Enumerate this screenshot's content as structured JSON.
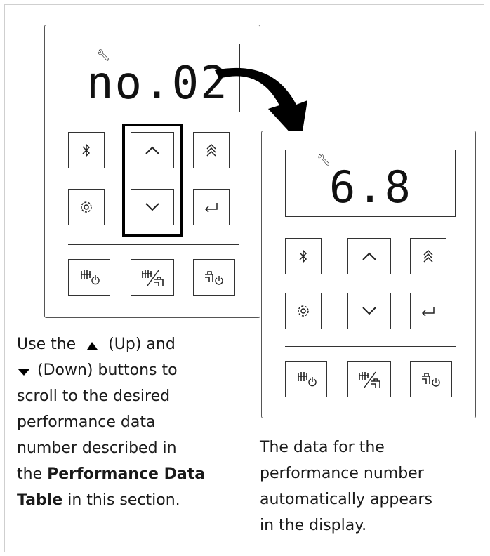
{
  "left_panel": {
    "display_text": "no.02",
    "wrench_glyph": "wrench-icon",
    "buttons": {
      "bluetooth": "bluetooth-icon",
      "up": "chevron-up-icon",
      "fast_up": "double-chevron-up-icon",
      "settings": "gear-icon",
      "down": "chevron-down-icon",
      "enter": "enter-icon",
      "heat_power": "radiator-power-icon",
      "heat_water": "radiator-faucet-icon",
      "water_power": "faucet-power-icon"
    }
  },
  "right_panel": {
    "display_text": "6.8",
    "wrench_glyph": "wrench-icon"
  },
  "captions": {
    "left": {
      "part1": "Use the",
      "part2": "(Up) and",
      "part3": "(Down) buttons to",
      "line3": "scroll to the desired",
      "line4": "performance data",
      "line5": "number described in",
      "line6_pre": "the",
      "line6_bold": "Performance Data",
      "line7_bold": "Table",
      "line7_post": "in this section."
    },
    "right": {
      "line1": "The data for the",
      "line2": "performance number",
      "line3": "automatically appears",
      "line4": "in the display."
    }
  },
  "colors": {
    "outline": "#333333",
    "highlight": "#000000",
    "arrow": "#000000"
  }
}
